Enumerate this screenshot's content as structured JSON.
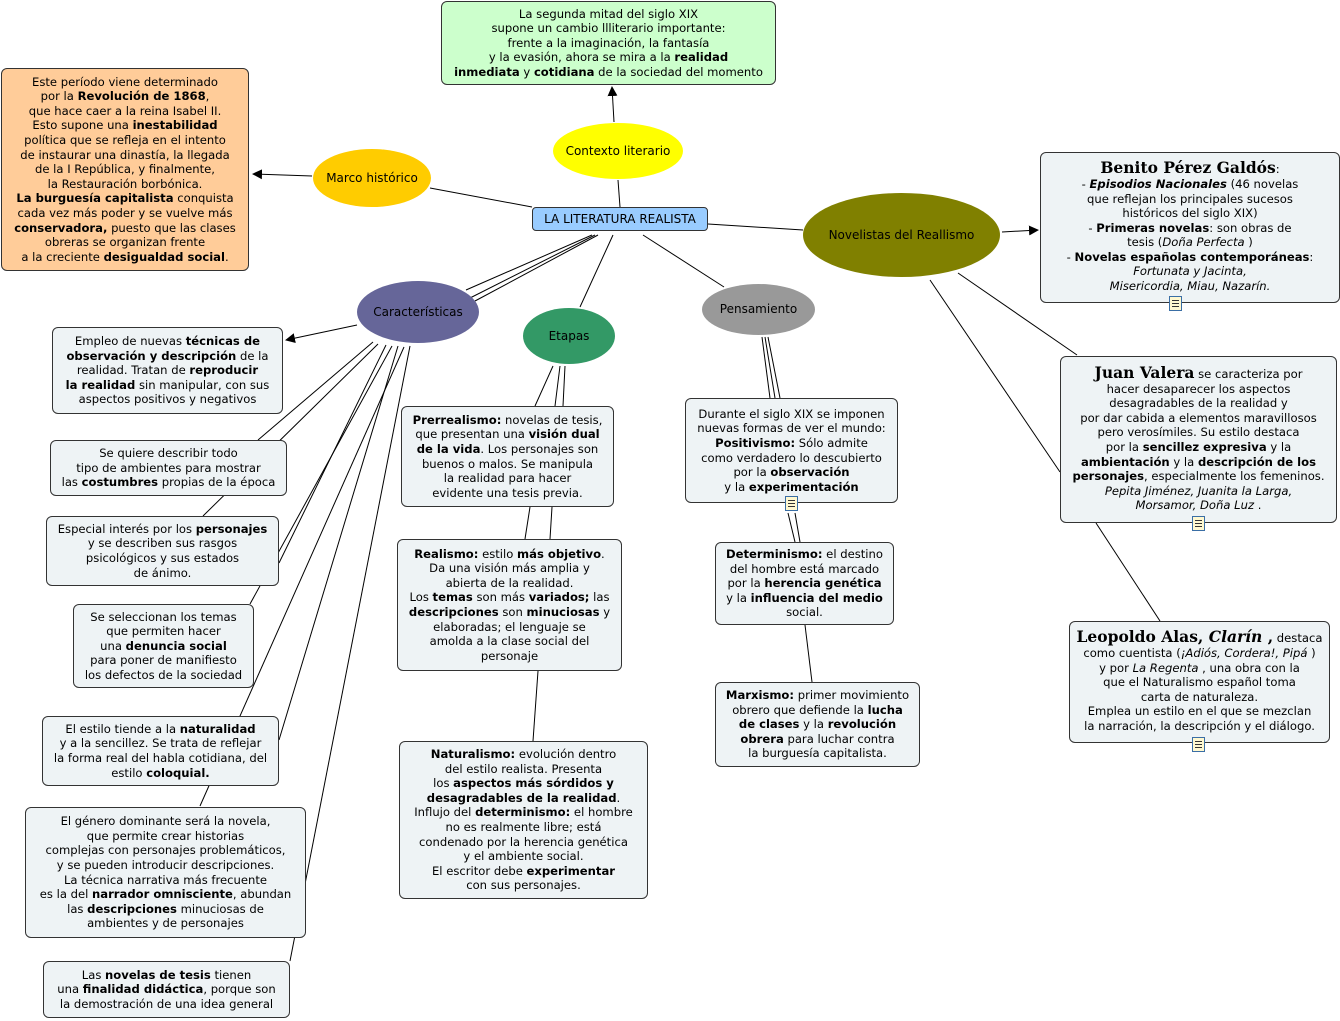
{
  "root": {
    "label": "LA LITERATURA REALISTA",
    "color": "#99ccff"
  },
  "concepts": {
    "contexto": {
      "label": "Contexto literario",
      "color": "#ffff00"
    },
    "marco": {
      "label": "Marco histórico",
      "color": "#ffcc00"
    },
    "novelistas": {
      "label": "Novelistas del Reallismo",
      "color": "#808000"
    },
    "caracteristicas": {
      "label": "Características",
      "color": "#666699"
    },
    "etapas": {
      "label": "Etapas",
      "color": "#339966"
    },
    "pensamiento": {
      "label": "Pensamiento",
      "color": "#999999"
    }
  },
  "notes": {
    "contexto": [
      [
        "La segunda mitad del siglo XIX\nsupone un cambio llliterario importante:\nfrente a la imaginación, la fantasía\ny la evasión, ahora se mira a la ",
        ""
      ],
      [
        "realidad",
        "b"
      ],
      [
        "\n",
        ""
      ],
      [
        "inmediata",
        "b"
      ],
      [
        " y ",
        ""
      ],
      [
        "cotidiana",
        "b"
      ],
      [
        " de la sociedad del momento",
        ""
      ]
    ],
    "marco": [
      [
        "Este período viene determinado\npor la ",
        ""
      ],
      [
        "Revolución de 1868",
        "b"
      ],
      [
        ",\nque hace caer a la reina Isabel II.\nEsto supone una ",
        ""
      ],
      [
        "inestabilidad",
        "b"
      ],
      [
        "\npolítica que se refleja en el intento\nde instaurar una dinastía, la llegada\nde la I República, y finalmente,\nla Restauración borbónica.\n",
        ""
      ],
      [
        "La burguesía capitalista",
        "b"
      ],
      [
        " conquista\ncada vez más poder y se vuelve más\n",
        ""
      ],
      [
        "conservadora,",
        "b"
      ],
      [
        " puesto que las clases\nobreras se organizan frente\na la creciente ",
        ""
      ],
      [
        "desigualdad social",
        "b"
      ],
      [
        ".",
        ""
      ]
    ],
    "galdos": [
      [
        "Benito Pérez Galdós",
        "s"
      ],
      [
        ":\n- ",
        ""
      ],
      [
        "Episodios Nacionales",
        "bi"
      ],
      [
        "  (46 novelas\nque reflejan los principales sucesos\nhistóricos del siglo XIX)\n- ",
        ""
      ],
      [
        "Primeras novelas",
        "b"
      ],
      [
        ": son obras de\ntesis (",
        ""
      ],
      [
        "Doña Perfecta",
        "i"
      ],
      [
        " )\n- ",
        ""
      ],
      [
        "Novelas españolas contemporáneas",
        "b"
      ],
      [
        ":\n",
        ""
      ],
      [
        "Fortunata y Jacinta,\nMisericordia, Miau,  Nazarín.",
        "i"
      ]
    ],
    "valera": [
      [
        "Juan Valera",
        "s"
      ],
      [
        " se caracteriza por\nhacer desaparecer los aspectos\ndesagradables de la realidad y\npor dar cabida a elementos maravillosos\npero verosímiles. Su estilo destaca\npor la ",
        ""
      ],
      [
        "sencillez expresiva",
        "b"
      ],
      [
        " y la\n",
        ""
      ],
      [
        "ambientación",
        "b"
      ],
      [
        " y la ",
        ""
      ],
      [
        "descripción de los\npersonajes",
        "b"
      ],
      [
        ", especialmente los femeninos.\n",
        ""
      ],
      [
        "Pepita Jiménez, Juanita la Larga,\nMorsamor, Doña Luz",
        "i"
      ],
      [
        " .",
        ""
      ]
    ],
    "clarin": [
      [
        "Leopoldo Alas, ",
        "s"
      ],
      [
        "Clarín",
        "si"
      ],
      [
        " ,",
        "s"
      ],
      [
        "  destaca\ncomo cuentista (",
        ""
      ],
      [
        "¡Adiós, Cordera!, Pipá",
        "i"
      ],
      [
        " )\ny por ",
        ""
      ],
      [
        "La Regenta",
        "i"
      ],
      [
        " , una obra con la\nque el Naturalismo español toma\ncarta de naturaleza.\nEmplea un estilo en el que se mezclan\nla narración, la descripción y el diálogo.",
        ""
      ]
    ],
    "c1": [
      [
        "Empleo de nuevas ",
        ""
      ],
      [
        "técnicas de\nobservación y descripción",
        "b"
      ],
      [
        " de la\nrealidad. Tratan de ",
        ""
      ],
      [
        "reproducir\nla realidad",
        "b"
      ],
      [
        " sin manipular, con sus\naspectos positivos y negativos",
        ""
      ]
    ],
    "c2": [
      [
        "Se quiere describir todo\ntipo de ambientes para mostrar\nlas ",
        ""
      ],
      [
        "costumbres",
        "b"
      ],
      [
        " propias de la época",
        ""
      ]
    ],
    "c3": [
      [
        "Especial interés por los ",
        ""
      ],
      [
        "personajes",
        "b"
      ],
      [
        "\ny se describen sus rasgos\npsicológicos y sus estados\nde ánimo.",
        ""
      ]
    ],
    "c4": [
      [
        "Se seleccionan los temas\nque permiten hacer\nuna ",
        ""
      ],
      [
        "denuncia social",
        "b"
      ],
      [
        "\npara poner de manifiesto\nlos defectos de la sociedad",
        ""
      ]
    ],
    "c5": [
      [
        "El estilo tiende a la ",
        ""
      ],
      [
        "naturalidad",
        "b"
      ],
      [
        "\ny a la sencillez. Se trata de reflejar\nla forma real del habla cotidiana, del\nestilo ",
        ""
      ],
      [
        "coloquial.",
        "b"
      ]
    ],
    "c6": [
      [
        "El género dominante será la novela,\nque permite crear historias\ncomplejas con personajes problemáticos,\ny se pueden introducir descripciones.\nLa técnica narrativa más frecuente\nes la del ",
        ""
      ],
      [
        "narrador omnisciente",
        "b"
      ],
      [
        ", abundan\nlas ",
        ""
      ],
      [
        "descripciones",
        "b"
      ],
      [
        " minuciosas de\nambientes y de personajes",
        ""
      ]
    ],
    "c7": [
      [
        "Las ",
        ""
      ],
      [
        "novelas de tesis",
        "b"
      ],
      [
        " tienen\nuna ",
        ""
      ],
      [
        "finalidad didáctica",
        "b"
      ],
      [
        ", porque son\nla demostración de una idea general",
        ""
      ]
    ],
    "prerrealismo": [
      [
        "Prerrealismo:",
        "b"
      ],
      [
        " novelas de tesis,\nque presentan una ",
        ""
      ],
      [
        "visión dual\nde la vida",
        "b"
      ],
      [
        ". Los personajes son\nbuenos o malos. Se manipula\nla realidad para hacer\nevidente una tesis previa.",
        ""
      ]
    ],
    "realismo": [
      [
        "Realismo:",
        "b"
      ],
      [
        " estilo ",
        ""
      ],
      [
        "más objetivo",
        "b"
      ],
      [
        ".\nDa una visión más amplia y\nabierta de la realidad.\nLos ",
        ""
      ],
      [
        "temas",
        "b"
      ],
      [
        " son más ",
        ""
      ],
      [
        "variados;",
        "b"
      ],
      [
        " las\n",
        ""
      ],
      [
        "descripciones",
        "b"
      ],
      [
        " son ",
        ""
      ],
      [
        "minuciosas",
        "b"
      ],
      [
        " y\nelaboradas; el lenguaje se\namolda a la clase social del\npersonaje",
        ""
      ]
    ],
    "naturalismo": [
      [
        "Naturalismo:",
        "b"
      ],
      [
        " evolución dentro\ndel estilo realista. Presenta\nlos ",
        ""
      ],
      [
        "aspectos más sórdidos y\ndesagradables de la realidad",
        "b"
      ],
      [
        ".\nInflujo del ",
        ""
      ],
      [
        "determinismo:",
        "b"
      ],
      [
        " el hombre\nno es realmente libre; está\ncondenado por la herencia genética\ny el ambiente social.\nEl escritor debe ",
        ""
      ],
      [
        "experimentar",
        "b"
      ],
      [
        "\ncon sus personajes.",
        ""
      ]
    ],
    "positivismo": [
      [
        "Durante el siglo XIX se imponen\nnuevas formas de ver el mundo:\n",
        ""
      ],
      [
        "Positivismo:",
        "b"
      ],
      [
        " Sólo admite\ncomo verdadero lo descubierto\npor la ",
        ""
      ],
      [
        "observación",
        "b"
      ],
      [
        "\ny la ",
        ""
      ],
      [
        "experimentación",
        "b"
      ]
    ],
    "determinismo": [
      [
        "Determinismo:",
        "b"
      ],
      [
        " el destino\ndel hombre está marcado\npor la ",
        ""
      ],
      [
        "herencia genética",
        "b"
      ],
      [
        "\ny la ",
        ""
      ],
      [
        "influencia del medio",
        "b"
      ],
      [
        "\nsocial.",
        ""
      ]
    ],
    "marxismo": [
      [
        "Marxismo:",
        "b"
      ],
      [
        " primer movimiento\nobrero que defiende la ",
        ""
      ],
      [
        "lucha\nde clases",
        "b"
      ],
      [
        " y la ",
        ""
      ],
      [
        "revolución\nobrera",
        "b"
      ],
      [
        " para luchar contra\nla burguesía capitalista.",
        ""
      ]
    ]
  },
  "colors": {
    "note_context": "#ccffcc",
    "note_marco": "#ffcc99",
    "note_default": "#eef3f5"
  }
}
